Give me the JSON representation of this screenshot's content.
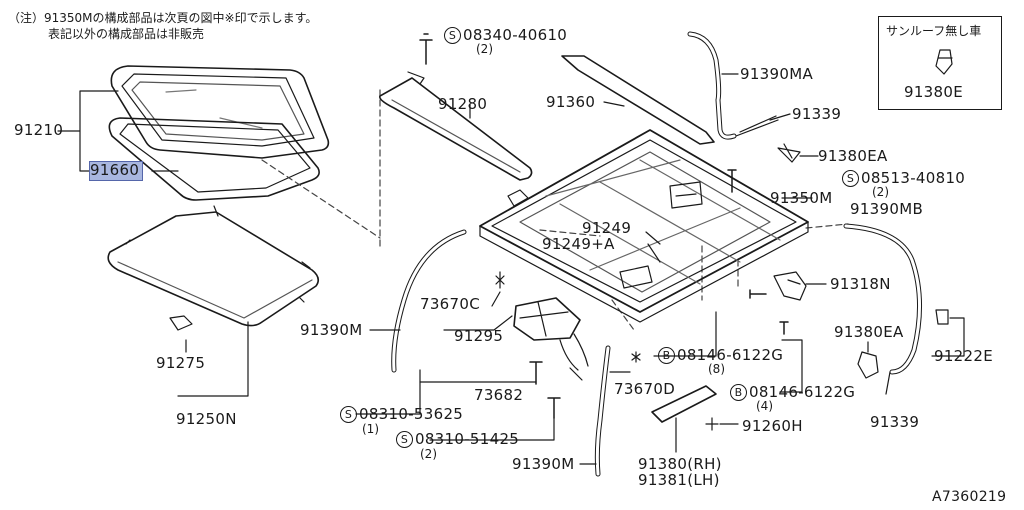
{
  "notes": {
    "line1": "（注）91350Mの構成部品は次頁の図中※印で示します。",
    "line2": "表記以外の構成部品は非販売"
  },
  "inset": {
    "title": "サンルーフ無し車",
    "part": "91380E"
  },
  "parts": {
    "p91210": "91210",
    "p91660": "91660",
    "p91275": "91275",
    "p91250n": "91250N",
    "p91280": "91280",
    "p91360": "91360",
    "p91390ma": "91390MA",
    "p91339_top": "91339",
    "p91380ea_top": "91380EA",
    "p91350m": "91350M",
    "p91390mb": "91390MB",
    "p91249": "91249",
    "p91249a": "91249+A",
    "p91318n": "91318N",
    "p73670c": "73670C",
    "p91295": "91295",
    "p91390m_left": "91390M",
    "p73682": "73682",
    "p73670d": "73670D",
    "p91380ea_right": "91380EA",
    "p91222e": "91222E",
    "p91339_right": "91339",
    "p91260h": "91260H",
    "p91390m_bottom": "91390M",
    "p91380rh": "91380(RH)",
    "p91381lh": "91381(LH)"
  },
  "fasteners": {
    "s1": {
      "type": "S",
      "code": "08340-40610",
      "qty": "(2)"
    },
    "s2": {
      "type": "S",
      "code": "08513-40810",
      "qty": "(2)"
    },
    "b1": {
      "type": "B",
      "code": "08146-6122G",
      "qty": "(8)"
    },
    "b2": {
      "type": "B",
      "code": "08146-6122G",
      "qty": "(4)"
    },
    "s3": {
      "type": "S",
      "code": "08310-53625",
      "qty": "(1)"
    },
    "s4": {
      "type": "S",
      "code": "08310-51425",
      "qty": "(2)"
    }
  },
  "diagram_id": "A7360219"
}
